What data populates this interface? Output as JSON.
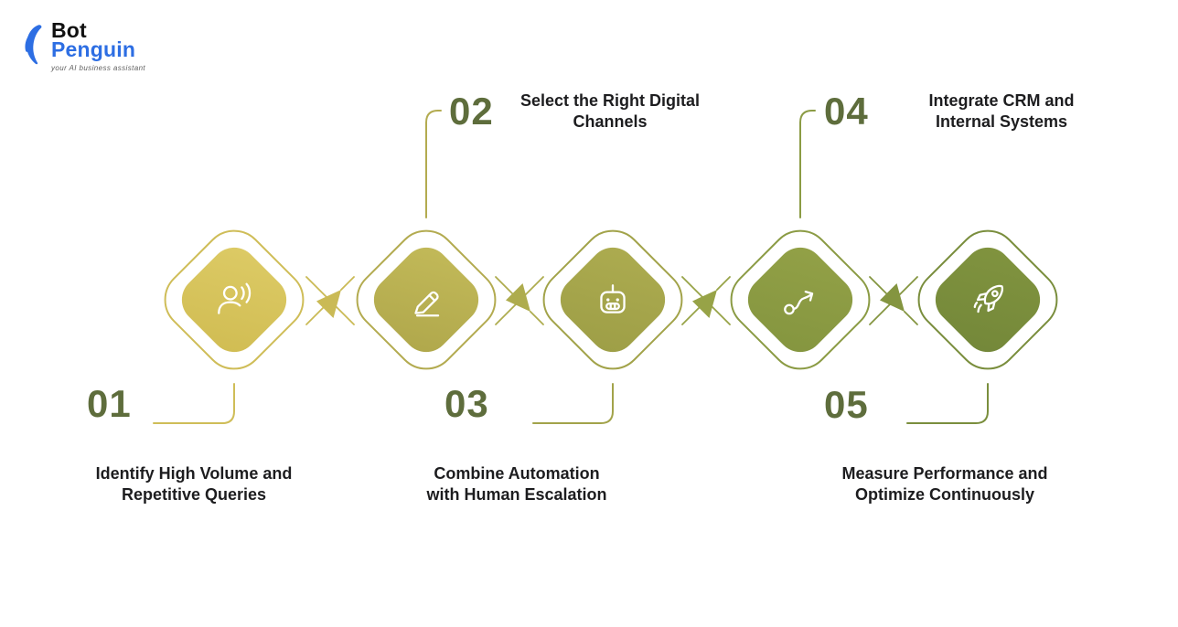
{
  "logo": {
    "bot": "Bot",
    "penguin": "Penguin",
    "tagline": "your AI business assistant",
    "icon": "penguin-icon",
    "blue": "#2d6ee3",
    "dark": "#111111",
    "gray": "#5f5f5f"
  },
  "colors": {
    "number": "#5e6d3c",
    "title_text": "#1d1d1f",
    "background": "#ffffff"
  },
  "steps": [
    {
      "number": "01",
      "title": "Identify High Volume and\nRepetitive Queries",
      "icon": "user-voice-icon",
      "label_position": "bottom",
      "fill_start": "#ddcb66",
      "fill_end": "#d0bc52",
      "outline": "#cfbd58"
    },
    {
      "number": "02",
      "title": "Select the Right Digital\nChannels",
      "icon": "pencil-icon",
      "label_position": "top",
      "fill_start": "#c3ba59",
      "fill_end": "#afa74b",
      "outline": "#b3ab50"
    },
    {
      "number": "03",
      "title": "Combine Automation\nwith Human Escalation",
      "icon": "robot-icon",
      "label_position": "bottom",
      "fill_start": "#adac50",
      "fill_end": "#9d9e46",
      "outline": "#a2a34a"
    },
    {
      "number": "04",
      "title": "Integrate CRM and\nInternal Systems",
      "icon": "route-arrow-icon",
      "label_position": "top",
      "fill_start": "#93a147",
      "fill_end": "#84953f",
      "outline": "#8b9b44"
    },
    {
      "number": "05",
      "title": "Measure Performance and\nOptimize Continuously",
      "icon": "rocket-icon",
      "label_position": "bottom",
      "fill_start": "#81943f",
      "fill_end": "#738739",
      "outline": "#7a8e3d"
    }
  ],
  "junctions": [
    {
      "color": "#caba55",
      "direction": "up-right"
    },
    {
      "color": "#aeac4e",
      "direction": "down-right"
    },
    {
      "color": "#97a347",
      "direction": "up-right"
    },
    {
      "color": "#849540",
      "direction": "down-right"
    }
  ]
}
